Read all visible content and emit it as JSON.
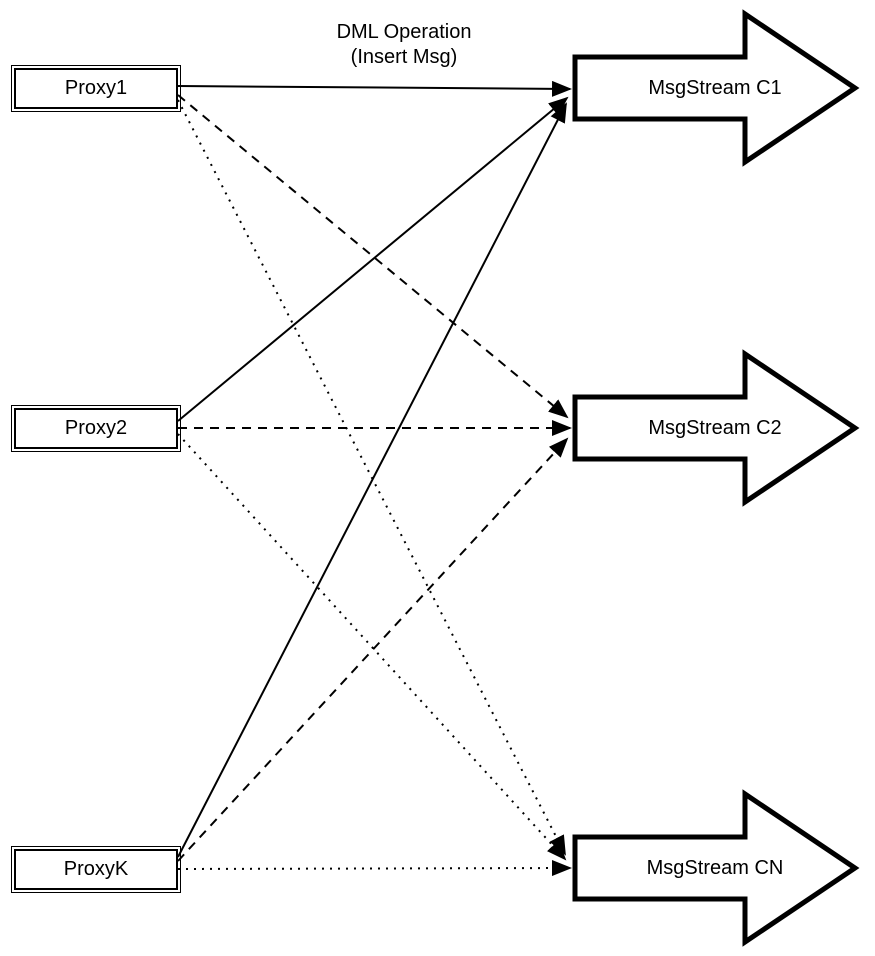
{
  "diagram": {
    "title": {
      "line1": "DML Operation",
      "line2": "(Insert Msg)"
    },
    "proxies": [
      {
        "label": "Proxy1"
      },
      {
        "label": "Proxy2"
      },
      {
        "label": "ProxyK"
      }
    ],
    "streams": [
      {
        "label": "MsgStream C1"
      },
      {
        "label": "MsgStream C2"
      },
      {
        "label": "MsgStream CN"
      }
    ],
    "edges": [
      {
        "from": "Proxy1",
        "to": "MsgStream C1",
        "style": "solid",
        "label": "DML Operation (Insert Msg)"
      },
      {
        "from": "Proxy2",
        "to": "MsgStream C1",
        "style": "solid"
      },
      {
        "from": "ProxyK",
        "to": "MsgStream C1",
        "style": "solid"
      },
      {
        "from": "Proxy1",
        "to": "MsgStream C2",
        "style": "dashed"
      },
      {
        "from": "Proxy2",
        "to": "MsgStream C2",
        "style": "dashed"
      },
      {
        "from": "ProxyK",
        "to": "MsgStream C2",
        "style": "dashed"
      },
      {
        "from": "Proxy1",
        "to": "MsgStream CN",
        "style": "dotted"
      },
      {
        "from": "Proxy2",
        "to": "MsgStream CN",
        "style": "dotted"
      },
      {
        "from": "ProxyK",
        "to": "MsgStream CN",
        "style": "dotted"
      }
    ],
    "colors": {
      "line": "#000000",
      "shape_fill": "#ffffff",
      "background": "#ffffff"
    }
  }
}
